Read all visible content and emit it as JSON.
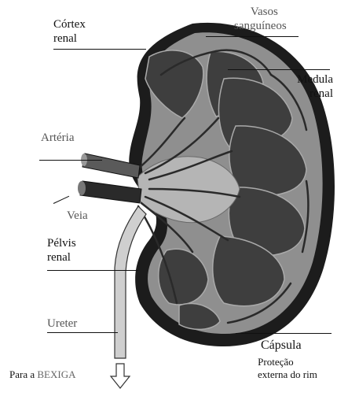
{
  "labels": {
    "cortex_line1": "Córtex",
    "cortex_line2": "renal",
    "vasos_line1": "Vasos",
    "vasos_line2": "sanguíneos",
    "medula_line1": "Medula",
    "medula_line2": "renal",
    "arteria": "Artéria",
    "veia": "Veia",
    "pelvis_line1": "Pélvis",
    "pelvis_line2": "renal",
    "ureter": "Ureter",
    "bexiga_prefix": "Para a",
    "bexiga": "BEXIGA",
    "capsula": "Cápsula",
    "protecao_line1": "Proteção",
    "protecao_line2": "externa do rim"
  },
  "colors": {
    "capsule": "#1c1c1c",
    "cortex": "#8f8f8f",
    "pyramid": "#3e3e3e",
    "pelvis": "#b5b5b5",
    "vessel": "#2a2a2a",
    "ureter": "#cfcfcf"
  }
}
